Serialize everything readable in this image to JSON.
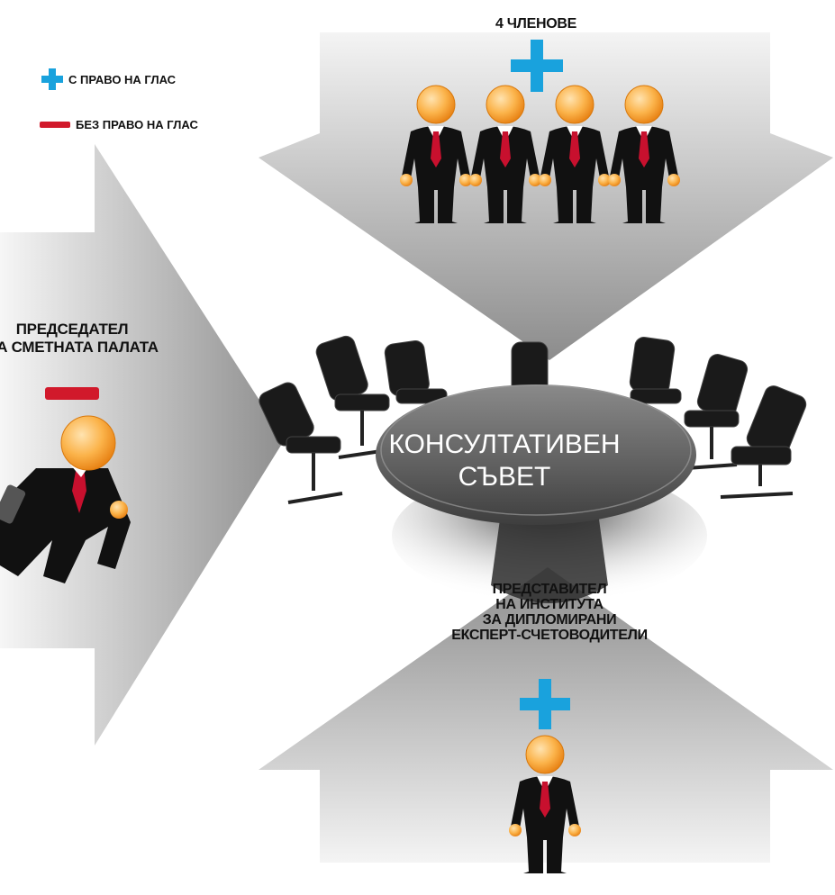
{
  "diagram": {
    "top_group_label": "4 ЧЛЕНОВЕ",
    "chair_label_line1": "ПРЕДСЕДАТЕЛ",
    "chair_label_line2": "НА СМЕТНАТА ПАЛАТА",
    "rep_label_line1": "ПРЕДСТАВИТЕЛ",
    "rep_label_line2": "НА ИНСТИТУТА",
    "rep_label_line3": "ЗА ДИПЛОМИРАНИ",
    "rep_label_line4": "ЕКСПЕРТ-СЧЕТОВОДИТЕЛИ",
    "council_line1": "КОНСУЛТАТИВЕН",
    "council_line2": "СЪВЕТ",
    "top_member_count": 4
  },
  "legend": {
    "voting_label": "С ПРАВО НА ГЛАС",
    "non_voting_label": "БЕЗ ПРАВО НА ГЛАС"
  },
  "colors": {
    "plus": "#19a2dd",
    "minus": "#d1192b",
    "head": "#f7a02a",
    "suit": "#111111",
    "tie": "#c8102e",
    "arrow_light": "#efefef",
    "arrow_dark": "#9a9a9a"
  }
}
